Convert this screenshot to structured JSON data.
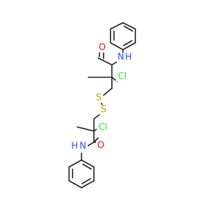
{
  "atoms": {
    "oxygen_top": "O",
    "nitrogen_top": "N",
    "hydrogen_top": "H",
    "chlorine_top": "Cl",
    "sulfur_1": "S",
    "sulfur_2": "S",
    "chlorine_bottom": "Cl",
    "oxygen_bottom": "O",
    "nitrogen_bottom": "N",
    "hydrogen_bottom": "H"
  },
  "colors": {
    "carbon_bond": "#1a1a1a",
    "oxygen": "#ff0d0d",
    "nitrogen": "#3050f8",
    "chlorine": "#1ff01f",
    "sulfur": "#b8a800"
  }
}
